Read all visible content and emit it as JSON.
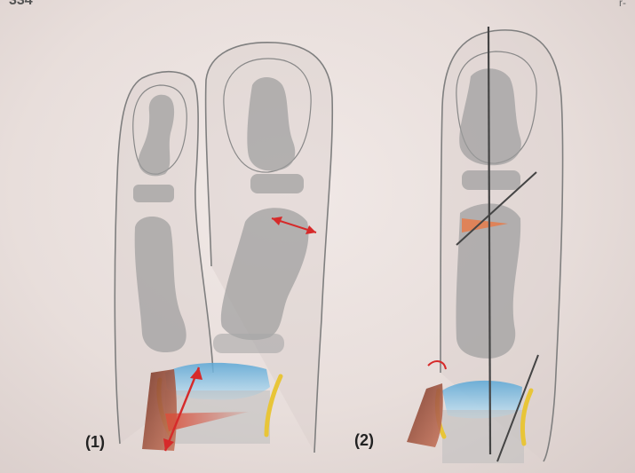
{
  "page_header": {
    "page_number": "334",
    "corner_mark": "r-"
  },
  "panels": [
    {
      "label": "(1)"
    },
    {
      "label": "(2)"
    }
  ],
  "colors": {
    "skin_outline": "#8a8a8a",
    "bone": "#9c9c9c",
    "cartilage": "#74b8de",
    "capsule": "#e8c538",
    "tendon": "#a3543f",
    "arrow": "#d62a2a",
    "axis_line": "#444444",
    "wedge": "#e67b4a"
  }
}
